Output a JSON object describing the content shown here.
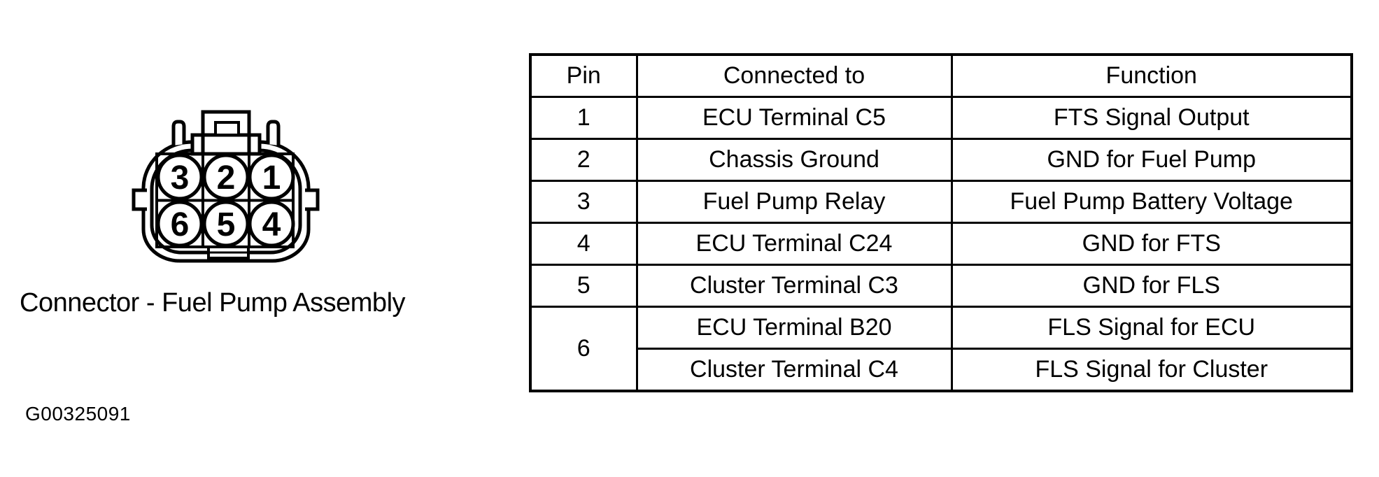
{
  "colors": {
    "ink": "#000000",
    "paper": "#ffffff"
  },
  "connector": {
    "caption": "Connector - Fuel Pump Assembly",
    "figure_code": "G00325091",
    "pin_layout": {
      "top_row": [
        "3",
        "2",
        "1"
      ],
      "bottom_row": [
        "6",
        "5",
        "4"
      ]
    }
  },
  "pinout_table": {
    "headers": [
      "Pin",
      "Connected to",
      "Function"
    ],
    "rows": [
      {
        "pin": "1",
        "connected_to": "ECU Terminal C5",
        "function": "FTS Signal Output"
      },
      {
        "pin": "2",
        "connected_to": "Chassis Ground",
        "function": "GND for Fuel Pump"
      },
      {
        "pin": "3",
        "connected_to": "Fuel Pump Relay",
        "function": "Fuel Pump Battery Voltage"
      },
      {
        "pin": "4",
        "connected_to": "ECU Terminal C24",
        "function": "GND for FTS"
      },
      {
        "pin": "5",
        "connected_to": "Cluster Terminal C3",
        "function": "GND for FLS"
      },
      {
        "pin": "6",
        "connected_to": "ECU Terminal B20",
        "function": "FLS Signal for ECU"
      },
      {
        "pin": "6",
        "connected_to": "Cluster Terminal C4",
        "function": "FLS Signal for Cluster"
      }
    ]
  }
}
